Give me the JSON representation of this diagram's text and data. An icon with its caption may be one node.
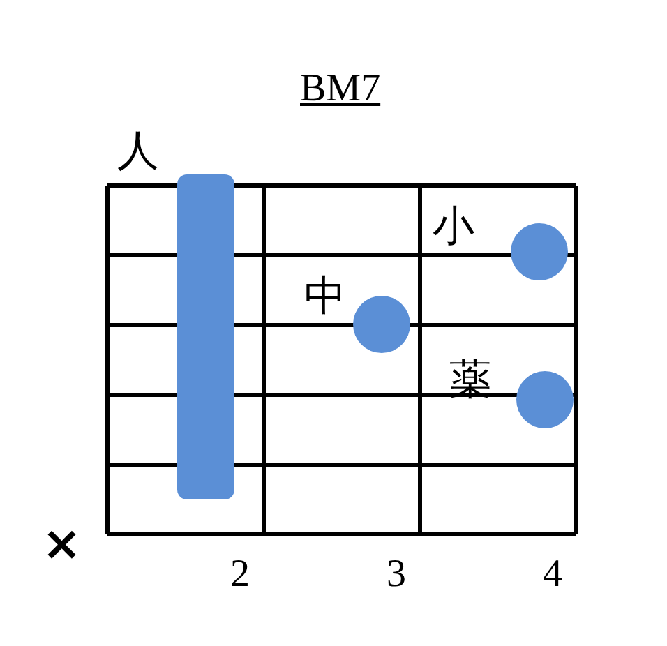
{
  "diagram": {
    "title": "BM7",
    "nodes": [
      {
        "text": [],
        "shape": "bar",
        "beside": [
          "人"
        ]
      },
      {
        "text": [],
        "shape": "circle",
        "beside": [
          "小"
        ]
      },
      {
        "text": [],
        "shape": "circle",
        "beside": [
          "中"
        ]
      },
      {
        "text": [],
        "shape": "circle",
        "beside": [
          "薬"
        ]
      }
    ],
    "labels": [
      "×",
      "2",
      "3",
      "4"
    ]
  }
}
